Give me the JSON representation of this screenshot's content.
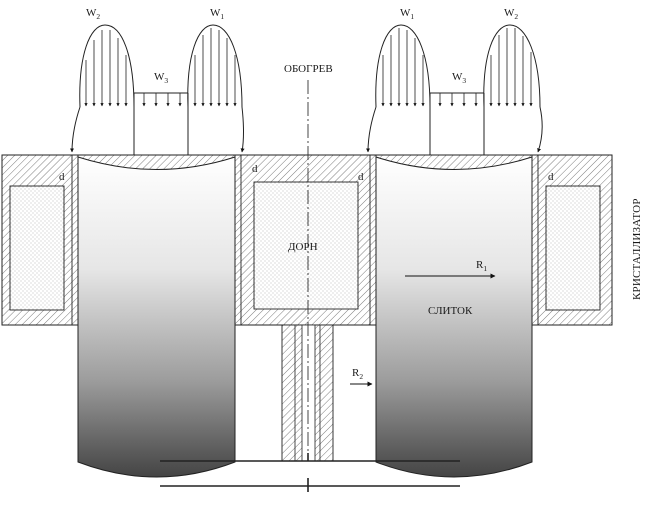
{
  "labels": {
    "heating": "ОБОГРЕВ",
    "mandrel": "ДОРН",
    "ingot": "СЛИТОК",
    "crystallizer": "КРИСТАЛЛИЗАТОР",
    "gap_left_outer": "d",
    "gap_left_inner": "d",
    "gap_right_inner": "d",
    "gap_right_outer": "d"
  },
  "flows": {
    "w2_left": {
      "base": "W",
      "sub": "2"
    },
    "w3_left": {
      "base": "W",
      "sub": "3"
    },
    "w1_left": {
      "base": "W",
      "sub": "1"
    },
    "w1_right": {
      "base": "W",
      "sub": "1"
    },
    "w3_right": {
      "base": "W",
      "sub": "3"
    },
    "w2_right": {
      "base": "W",
      "sub": "2"
    }
  },
  "radii": {
    "r1": {
      "base": "R",
      "sub": "1"
    },
    "r2": {
      "base": "R",
      "sub": "2"
    }
  }
}
